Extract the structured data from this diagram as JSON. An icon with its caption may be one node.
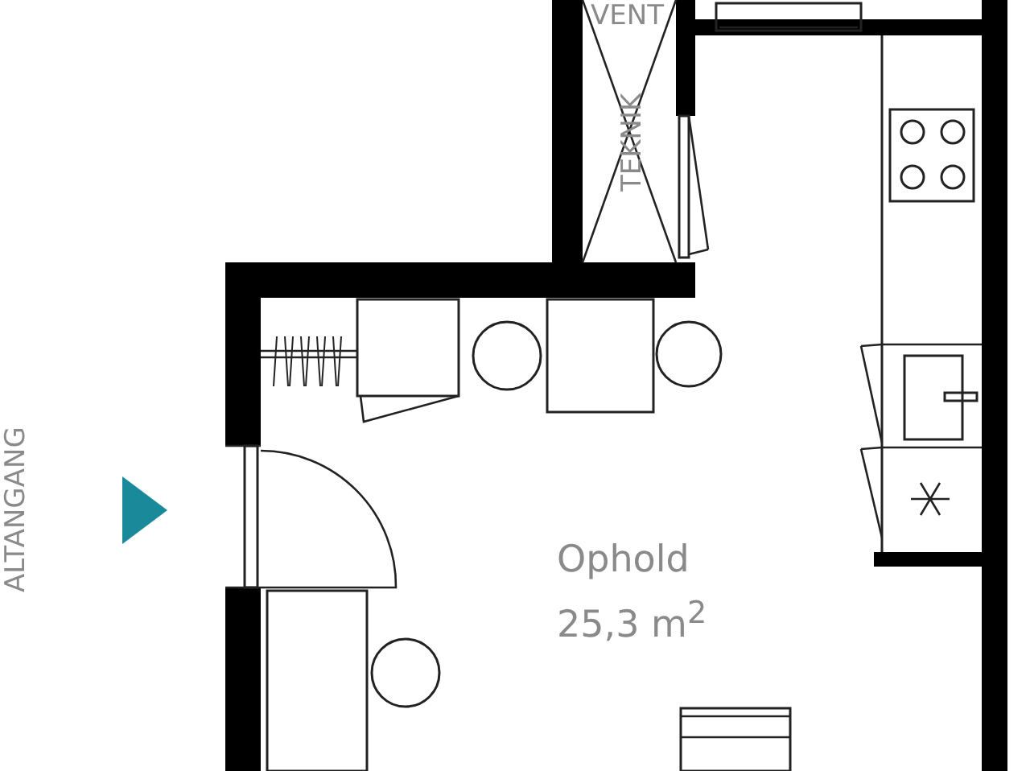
{
  "diagram": {
    "labels": [
      "VENT",
      "TEKNIK",
      "ALTANGANG",
      "Ophold",
      "25,3 m$^{2}$"
    ]
  }
}
